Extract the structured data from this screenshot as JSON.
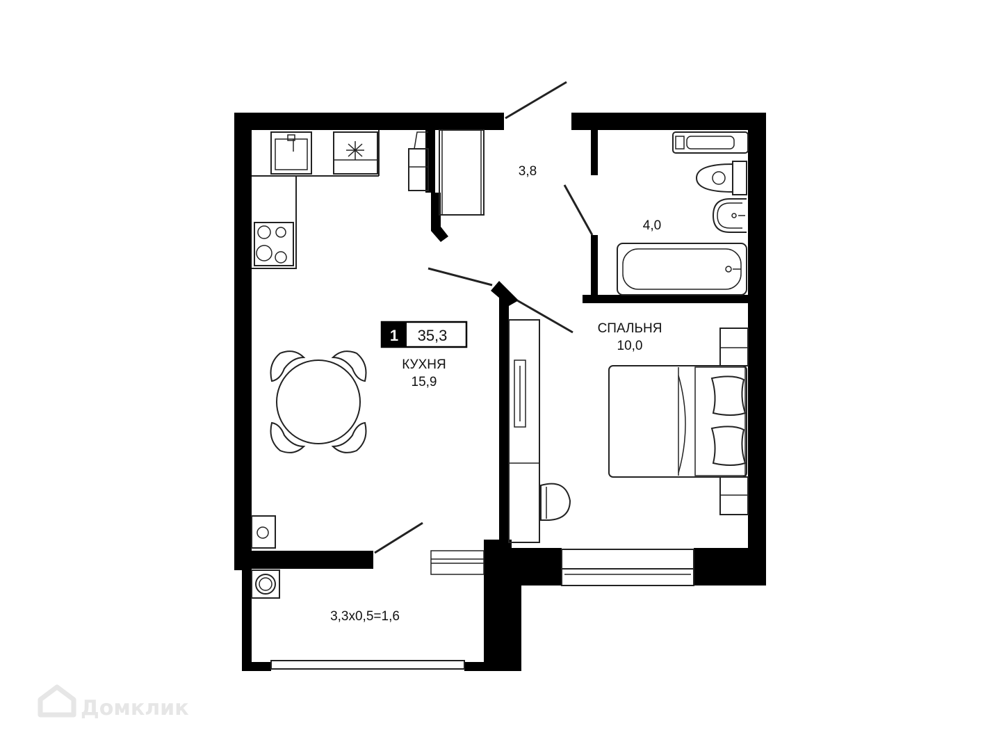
{
  "plan": {
    "rooms_count": "1",
    "total_area": "35,3",
    "kitchen": {
      "name": "КУХНЯ",
      "area": "15,9"
    },
    "hall": {
      "area": "3,8"
    },
    "bathroom": {
      "area": "4,0"
    },
    "bedroom": {
      "name": "СПАЛЬНЯ",
      "area": "10,0"
    },
    "balcony": {
      "area": "3,3х0,5=1,6"
    }
  },
  "watermark": {
    "text": "Домклик",
    "icon": "house-icon"
  },
  "colors": {
    "wall": "#000000",
    "background": "#ffffff",
    "watermark": "#e6e6e6"
  }
}
